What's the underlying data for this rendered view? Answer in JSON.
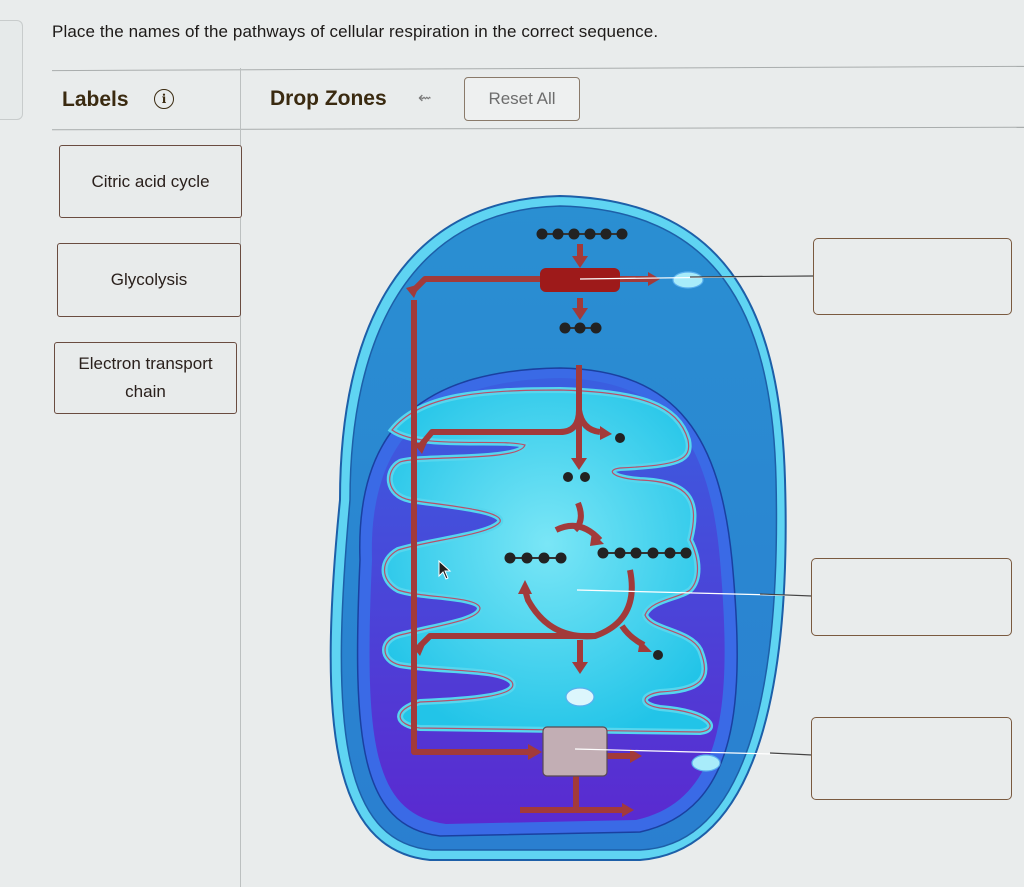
{
  "prompt": "Place the names of the pathways of cellular respiration in the correct sequence.",
  "header": {
    "labels_title": "Labels",
    "labels_info_icon": "i",
    "drop_zones_title": "Drop Zones",
    "undo_icon": "⇜",
    "reset_label": "Reset All"
  },
  "labels": [
    {
      "text": "Citric acid cycle"
    },
    {
      "text": "Glycolysis"
    },
    {
      "text": "Electron transport chain"
    }
  ],
  "drop_zones": [
    {
      "position": "top",
      "target": "cytoplasm enzyme block",
      "value": ""
    },
    {
      "position": "middle",
      "target": "mitochondrial matrix cycle",
      "value": ""
    },
    {
      "position": "bottom",
      "target": "inner membrane protein complex",
      "value": ""
    }
  ],
  "diagram": {
    "colors": {
      "cell_outer": "#2f9ad6",
      "cell_membrane": "#5fd0f0",
      "mito_outer": "#3a52d8",
      "mito_intermembrane": "#7a3ad0",
      "matrix": "#3fd2ee",
      "arrow": "#a23a3a",
      "enzyme_block": "#9e1a1a",
      "protein_complex": "#c2aeb4"
    },
    "molecule_chains": [
      6,
      3,
      1,
      2,
      4,
      6,
      1
    ]
  }
}
